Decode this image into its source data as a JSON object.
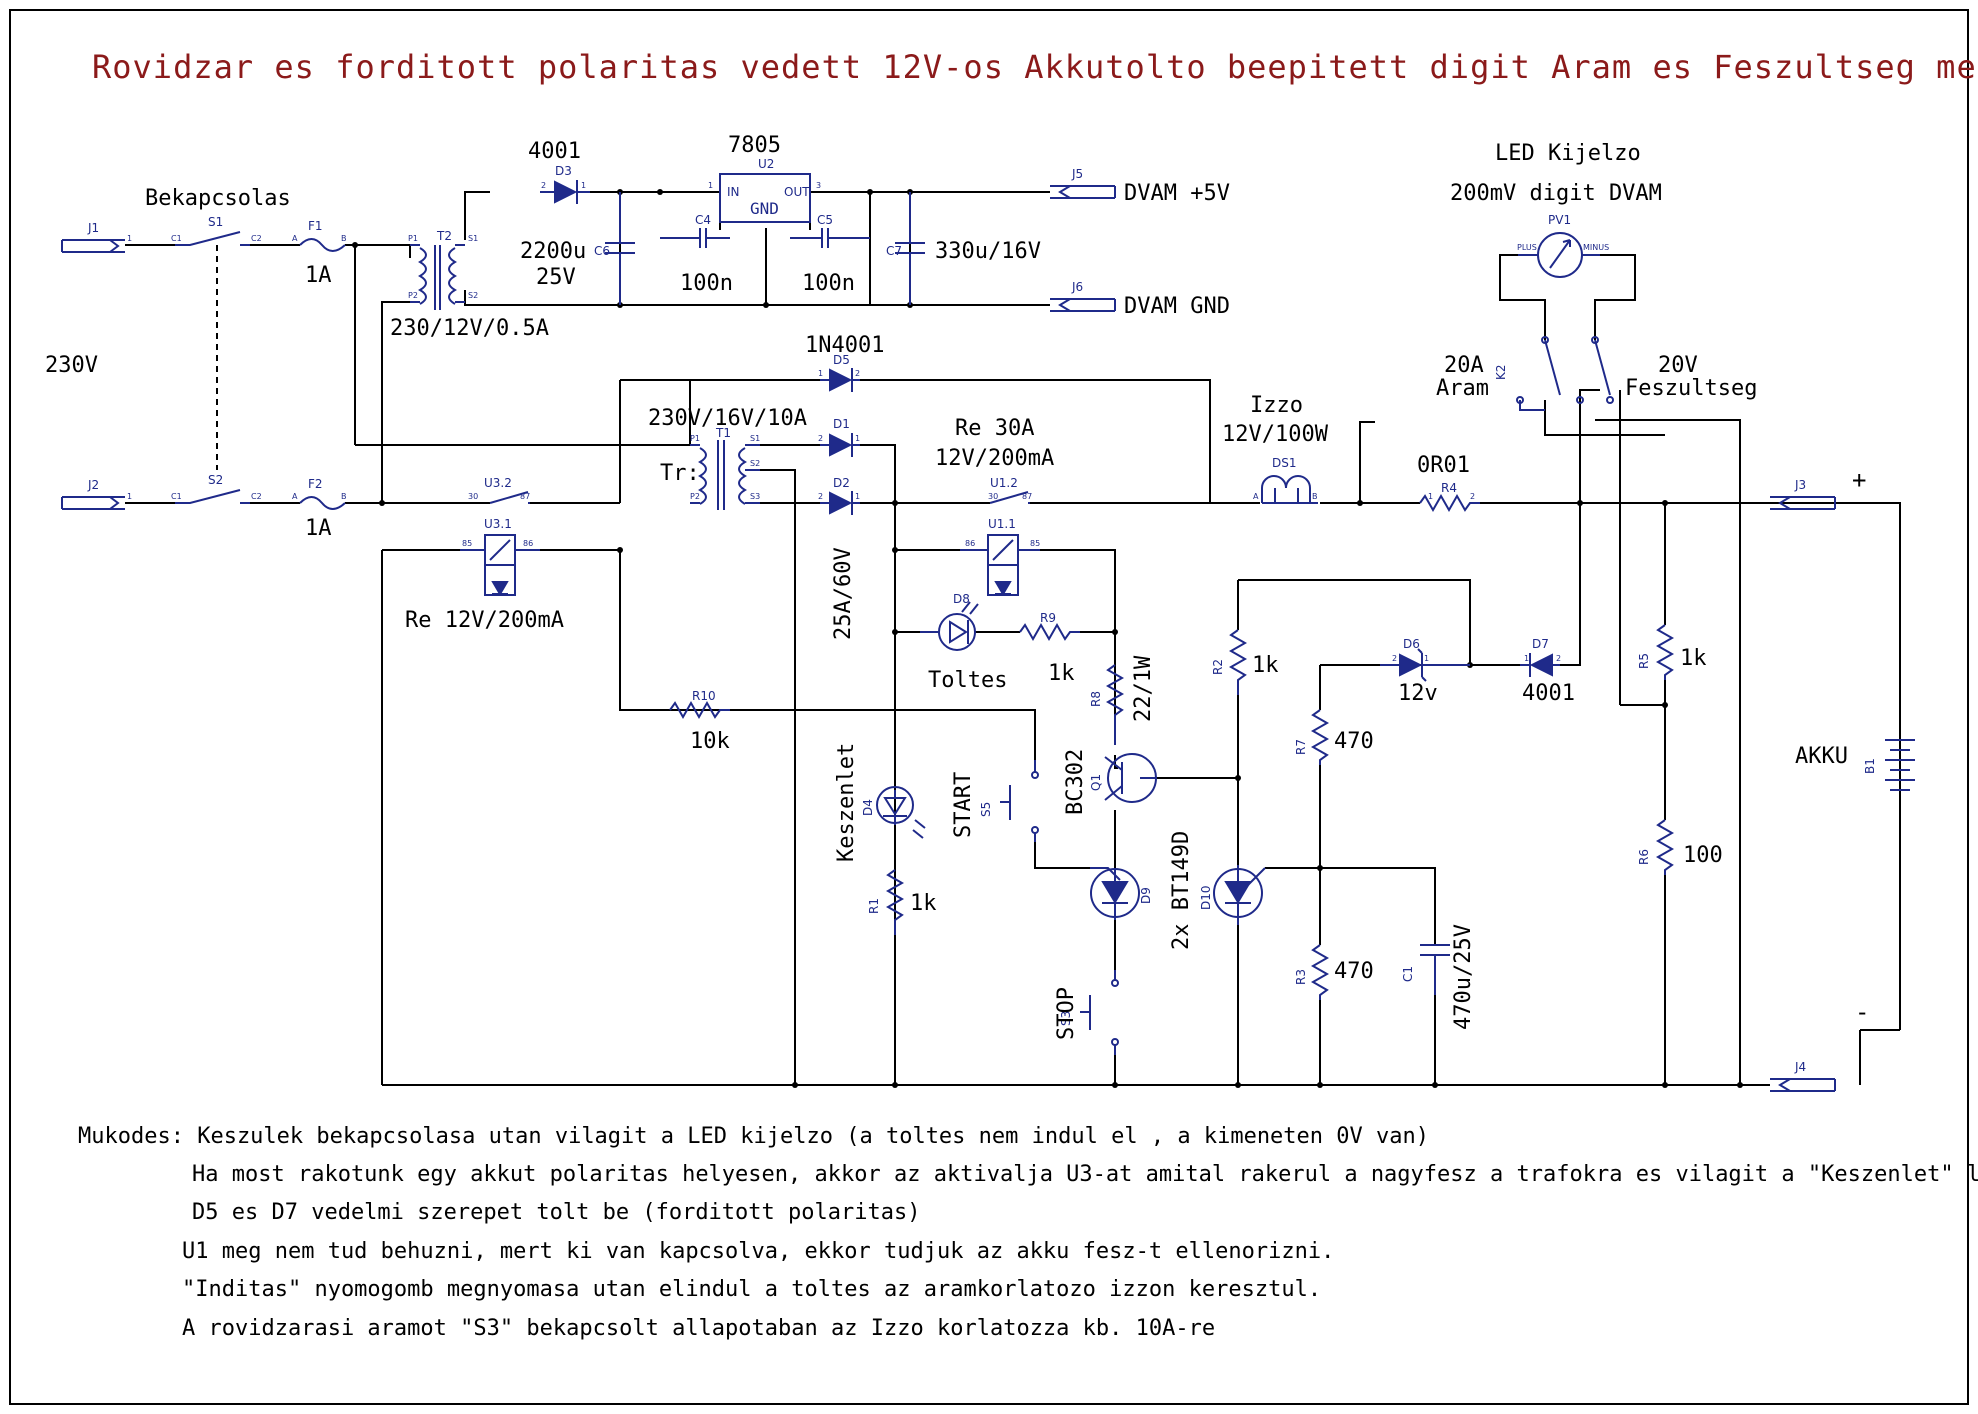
{
  "title": "Rovidzar es forditott polaritas vedett 12V-os Akkutolto beepitett digit Aram es Feszultseg merovel",
  "labels": {
    "bekapcsolas": "Bekapcsolas",
    "mains": "230V",
    "fuse_rating": "1A",
    "d3_type": "4001",
    "u2_type": "7805",
    "u2_gnd": "GND",
    "u2_in": "IN",
    "u2_out": "OUT",
    "c6_val": "2200u",
    "c6_volt": "25V",
    "c4_val": "100n",
    "c5_val": "100n",
    "c7_val": "330u/16V",
    "j5_text": "DVAM +5V",
    "j6_text": "DVAM GND",
    "t2_rating": "230/12V/0.5A",
    "d5_type": "1N4001",
    "t1_rating": "230V/16V/10A",
    "tr": "Tr:",
    "re30_a": "Re 30A",
    "re30_b": "12V/200mA",
    "re_main": "Re 12V/200mA",
    "diode_rating": "25A/60V",
    "toltes": "Toltes",
    "r9_val": "1k",
    "r10_val": "10k",
    "r8_val": "22/1W",
    "q1_type": "BC302",
    "start": "START",
    "stop": "STOP",
    "keszenlet": "Keszenlet",
    "r1_val": "1k",
    "bt149": "2x BT149D",
    "led_kijelzo": "LED Kijelzo",
    "dvam": "200mV digit DVAM",
    "aram_a": "20A",
    "aram_b": "Aram",
    "fesz_a": "20V",
    "fesz_b": "Feszultseg",
    "izzo_a": "Izzo",
    "izzo_b": "12V/100W",
    "r4_val": "0R01",
    "r2_val": "1k",
    "d6_val": "12v",
    "d7_type": "4001",
    "r5_val": "1k",
    "r7_val": "470",
    "r3_val": "470",
    "c1_val": "470u/25V",
    "r6_val": "100",
    "akku": "AKKU",
    "plus": "+",
    "minus": "-"
  },
  "refs": {
    "J1": "J1",
    "J2": "J2",
    "J3": "J3",
    "J4": "J4",
    "J5": "J5",
    "J6": "J6",
    "S1": "S1",
    "S2": "S2",
    "S3": "S3",
    "S5": "S5",
    "F1": "F1",
    "F2": "F2",
    "T1": "T1",
    "T2": "T2",
    "D1": "D1",
    "D2": "D2",
    "D3": "D3",
    "D4": "D4",
    "D5": "D5",
    "D6": "D6",
    "D7": "D7",
    "D8": "D8",
    "D9": "D9",
    "D10": "D10",
    "U1_1": "U1.1",
    "U1_2": "U1.2",
    "U2": "U2",
    "U3_1": "U3.1",
    "U3_2": "U3.2",
    "C1": "C1",
    "C4": "C4",
    "C5": "C5",
    "C6": "C6",
    "C7": "C7",
    "R1": "R1",
    "R2": "R2",
    "R3": "R3",
    "R4": "R4",
    "R5": "R5",
    "R6": "R6",
    "R7": "R7",
    "R8": "R8",
    "R9": "R9",
    "R10": "R10",
    "Q1": "Q1",
    "DS1": "DS1",
    "PV1": "PV1",
    "K2": "K2",
    "B1": "B1"
  },
  "description": [
    "Mukodes: Keszulek bekapcsolasa utan vilagit a LED kijelzo (a toltes nem indul el , a kimeneten 0V van)",
    "Ha most rakotunk egy akkut polaritas helyesen, akkor az aktivalja U3-at amital rakerul a nagyfesz a trafokra es vilagit a \"Keszenlet\" led.",
    "D5 es D7 vedelmi szerepet tolt be (forditott polaritas)",
    "U1 meg nem tud behuzni, mert ki van kapcsolva, ekkor tudjuk az akku fesz-t ellenorizni.",
    "\"Inditas\" nyomogomb megnyomasa utan elindul a toltes az aramkorlatozo izzon keresztul.",
    "A rovidzarasi aramot \"S3\" bekapcsolt allapotaban az Izzo korlatozza kb. 10A-re"
  ]
}
